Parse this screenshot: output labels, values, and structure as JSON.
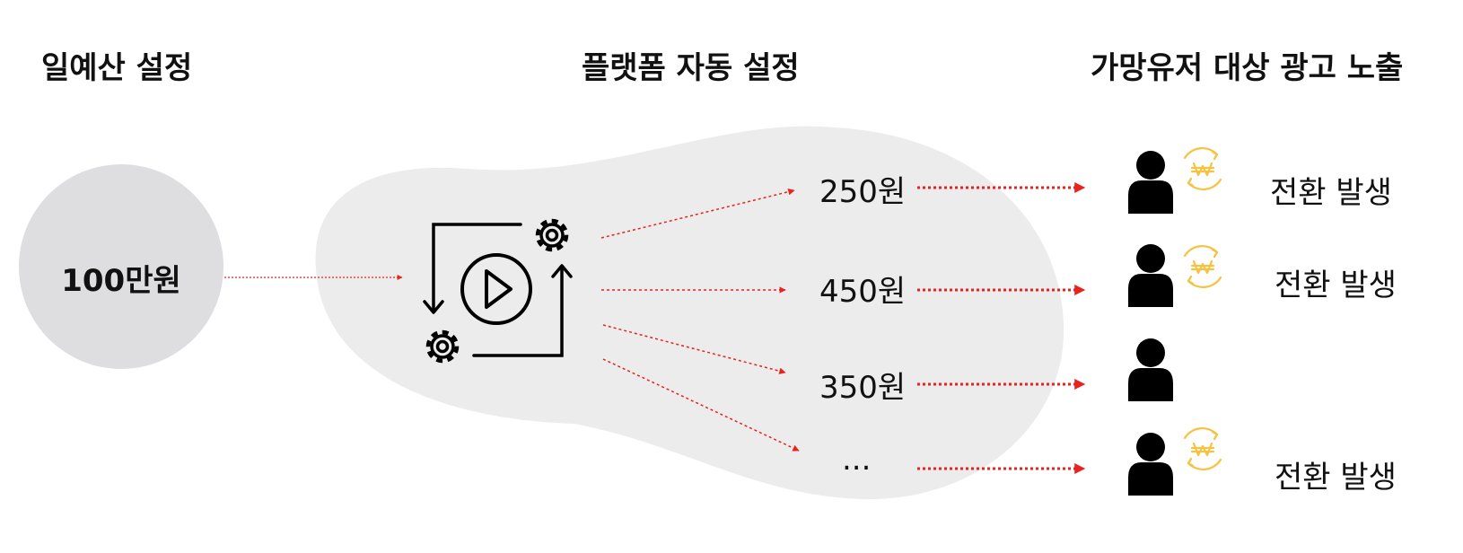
{
  "headings": {
    "budget": "일예산 설정",
    "platform": "플랫폼 자동 설정",
    "exposure": "가망유저 대상 광고 노출"
  },
  "budget": {
    "amount": "100만원"
  },
  "bids": [
    "250원",
    "450원",
    "350원",
    "..."
  ],
  "conversions": [
    {
      "label": "전환 발생",
      "has_conversion": true
    },
    {
      "label": "전환 발생",
      "has_conversion": true
    },
    {
      "label": "",
      "has_conversion": false
    },
    {
      "label": "전환 발생",
      "has_conversion": true
    }
  ],
  "icons": {
    "automation": "play-cycle-gears-icon",
    "user": "user-icon",
    "conversion": "won-cycle-icon"
  },
  "colors": {
    "arrow": "#e8231f",
    "blob": "#ececec",
    "budget_circle": "#dedee0",
    "won_icon": "#f5c242"
  }
}
